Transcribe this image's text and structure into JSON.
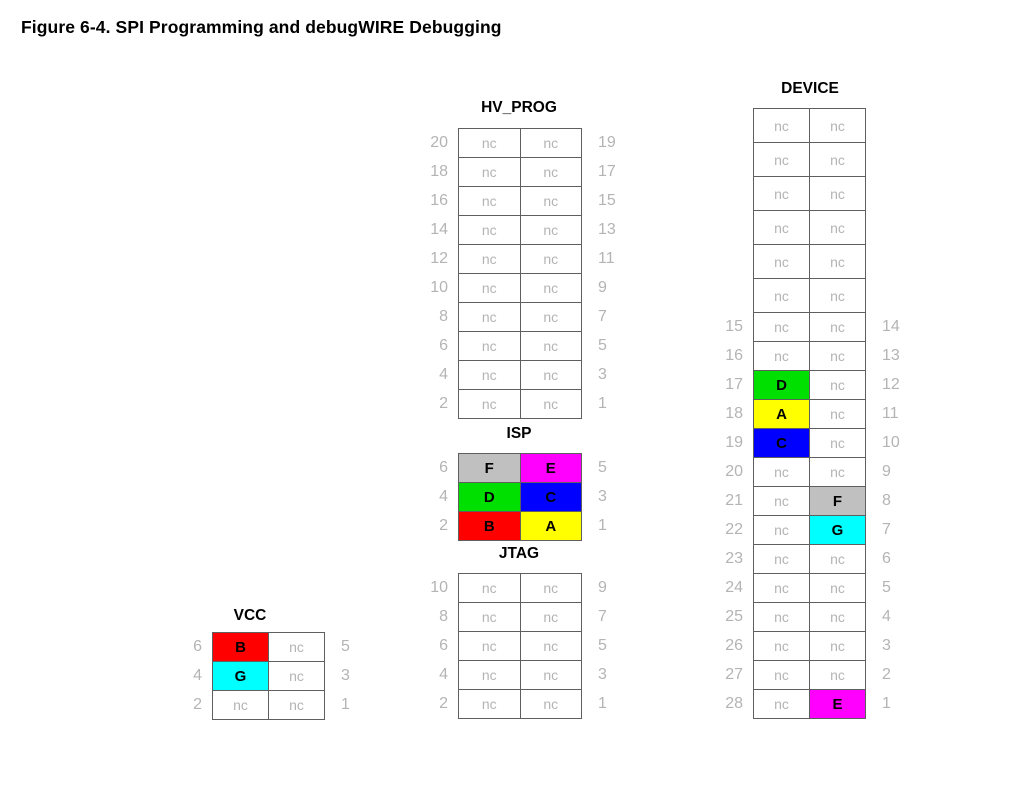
{
  "figure": {
    "title": "Figure 6-4.  SPI Programming and debugWIRE Debugging"
  },
  "colors": {
    "A": "#ffff00",
    "B": "#ff0000",
    "C": "#0000ff",
    "D": "#00e000",
    "E": "#ff00ff",
    "F": "#c0c0c0",
    "G": "#00ffff"
  },
  "blocks": [
    {
      "id": "hv-prog",
      "title": "HV_PROG",
      "rows": [
        {
          "left_pin": "20",
          "right_pin": "19",
          "cells": [
            "nc",
            "nc"
          ]
        },
        {
          "left_pin": "18",
          "right_pin": "17",
          "cells": [
            "nc",
            "nc"
          ]
        },
        {
          "left_pin": "16",
          "right_pin": "15",
          "cells": [
            "nc",
            "nc"
          ]
        },
        {
          "left_pin": "14",
          "right_pin": "13",
          "cells": [
            "nc",
            "nc"
          ]
        },
        {
          "left_pin": "12",
          "right_pin": "11",
          "cells": [
            "nc",
            "nc"
          ]
        },
        {
          "left_pin": "10",
          "right_pin": "9",
          "cells": [
            "nc",
            "nc"
          ]
        },
        {
          "left_pin": "8",
          "right_pin": "7",
          "cells": [
            "nc",
            "nc"
          ]
        },
        {
          "left_pin": "6",
          "right_pin": "5",
          "cells": [
            "nc",
            "nc"
          ]
        },
        {
          "left_pin": "4",
          "right_pin": "3",
          "cells": [
            "nc",
            "nc"
          ]
        },
        {
          "left_pin": "2",
          "right_pin": "1",
          "cells": [
            "nc",
            "nc"
          ]
        }
      ]
    },
    {
      "id": "isp",
      "title": "ISP",
      "rows": [
        {
          "left_pin": "6",
          "right_pin": "5",
          "cells": [
            "F",
            "E"
          ]
        },
        {
          "left_pin": "4",
          "right_pin": "3",
          "cells": [
            "D",
            "C"
          ]
        },
        {
          "left_pin": "2",
          "right_pin": "1",
          "cells": [
            "B",
            "A"
          ]
        }
      ]
    },
    {
      "id": "jtag",
      "title": "JTAG",
      "rows": [
        {
          "left_pin": "10",
          "right_pin": "9",
          "cells": [
            "nc",
            "nc"
          ]
        },
        {
          "left_pin": "8",
          "right_pin": "7",
          "cells": [
            "nc",
            "nc"
          ]
        },
        {
          "left_pin": "6",
          "right_pin": "5",
          "cells": [
            "nc",
            "nc"
          ]
        },
        {
          "left_pin": "4",
          "right_pin": "3",
          "cells": [
            "nc",
            "nc"
          ]
        },
        {
          "left_pin": "2",
          "right_pin": "1",
          "cells": [
            "nc",
            "nc"
          ]
        }
      ]
    },
    {
      "id": "vcc",
      "title": "VCC",
      "rows": [
        {
          "left_pin": "6",
          "right_pin": "5",
          "cells": [
            "B",
            "nc"
          ]
        },
        {
          "left_pin": "4",
          "right_pin": "3",
          "cells": [
            "G",
            "nc"
          ]
        },
        {
          "left_pin": "2",
          "right_pin": "1",
          "cells": [
            "nc",
            "nc"
          ]
        }
      ]
    },
    {
      "id": "device",
      "title": "DEVICE",
      "rows": [
        {
          "left_pin": "",
          "right_pin": "",
          "cells": [
            "nc",
            "nc"
          ]
        },
        {
          "left_pin": "",
          "right_pin": "",
          "cells": [
            "nc",
            "nc"
          ]
        },
        {
          "left_pin": "",
          "right_pin": "",
          "cells": [
            "nc",
            "nc"
          ]
        },
        {
          "left_pin": "",
          "right_pin": "",
          "cells": [
            "nc",
            "nc"
          ]
        },
        {
          "left_pin": "",
          "right_pin": "",
          "cells": [
            "nc",
            "nc"
          ]
        },
        {
          "left_pin": "",
          "right_pin": "",
          "cells": [
            "nc",
            "nc"
          ]
        },
        {
          "left_pin": "15",
          "right_pin": "14",
          "cells": [
            "nc",
            "nc"
          ]
        },
        {
          "left_pin": "16",
          "right_pin": "13",
          "cells": [
            "nc",
            "nc"
          ]
        },
        {
          "left_pin": "17",
          "right_pin": "12",
          "cells": [
            "D",
            "nc"
          ]
        },
        {
          "left_pin": "18",
          "right_pin": "11",
          "cells": [
            "A",
            "nc"
          ]
        },
        {
          "left_pin": "19",
          "right_pin": "10",
          "cells": [
            "C",
            "nc"
          ]
        },
        {
          "left_pin": "20",
          "right_pin": "9",
          "cells": [
            "nc",
            "nc"
          ]
        },
        {
          "left_pin": "21",
          "right_pin": "8",
          "cells": [
            "nc",
            "F"
          ]
        },
        {
          "left_pin": "22",
          "right_pin": "7",
          "cells": [
            "nc",
            "G"
          ]
        },
        {
          "left_pin": "23",
          "right_pin": "6",
          "cells": [
            "nc",
            "nc"
          ]
        },
        {
          "left_pin": "24",
          "right_pin": "5",
          "cells": [
            "nc",
            "nc"
          ]
        },
        {
          "left_pin": "25",
          "right_pin": "4",
          "cells": [
            "nc",
            "nc"
          ]
        },
        {
          "left_pin": "26",
          "right_pin": "3",
          "cells": [
            "nc",
            "nc"
          ]
        },
        {
          "left_pin": "27",
          "right_pin": "2",
          "cells": [
            "nc",
            "nc"
          ]
        },
        {
          "left_pin": "28",
          "right_pin": "1",
          "cells": [
            "nc",
            "E"
          ]
        }
      ]
    }
  ]
}
